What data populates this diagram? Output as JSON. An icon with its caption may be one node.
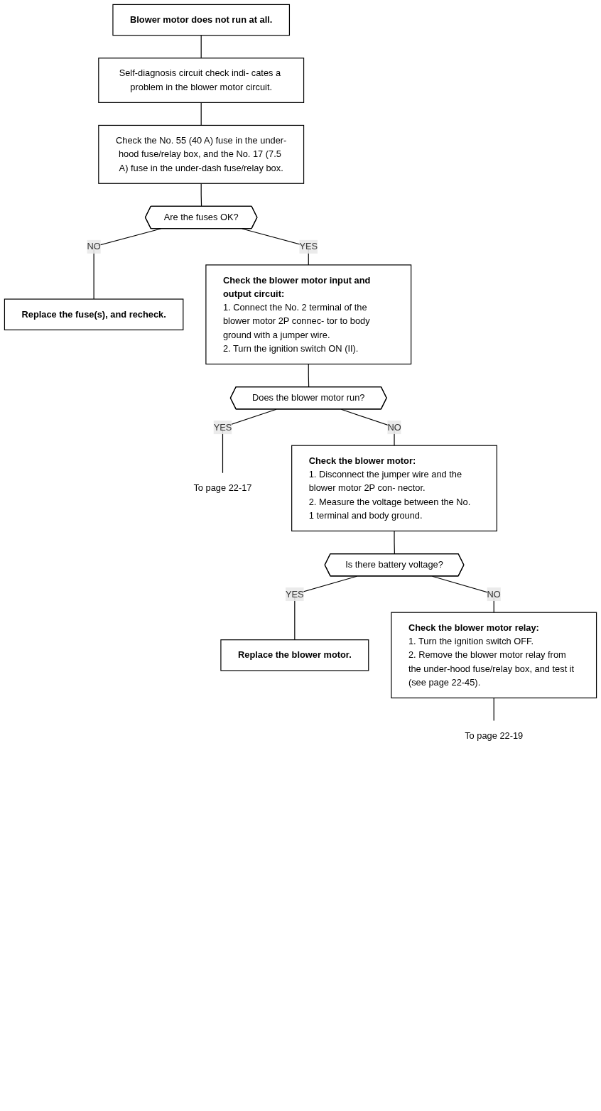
{
  "diagram": {
    "nodes": [
      {
        "text": [
          "Blower motor does not run at all."
        ]
      },
      {
        "text": [
          "Self-diagnosis circuit check indi- cates a problem in the blower motor circuit."
        ]
      },
      {
        "text": [
          "Check the No. 55 (40 A) fuse in the under-hood fuse/relay box, and the No. 17 (7.5 A) fuse in the under-dash fuse/relay box."
        ]
      },
      {
        "text": [
          "Are the fuses OK?"
        ]
      },
      {
        "text": [
          "Replace the fuse(s), and recheck."
        ]
      },
      {
        "text": [
          "Check the blower motor input and output circuit:",
          "1. Connect the No. 2 terminal of the blower motor 2P connec- tor to body ground with a jumper wire.",
          "2. Turn the ignition switch ON (II)."
        ]
      },
      {
        "text": [
          "Does the blower motor run?"
        ]
      },
      {
        "text": [
          "To page 22-17"
        ]
      },
      {
        "text": [
          "Check the blower motor:",
          "1. Disconnect the jumper wire and the blower motor 2P con- nector.",
          "2. Measure the voltage between the No. 1 terminal and body ground."
        ]
      },
      {
        "text": [
          "Is there battery voltage?"
        ]
      },
      {
        "text": [
          "Replace the blower motor."
        ]
      },
      {
        "text": [
          "Check the blower motor relay:",
          "1. Turn the ignition switch OFF.",
          "2. Remove the blower motor relay from the under-hood fuse/relay box, and test it (see page 22-45)."
        ]
      },
      {
        "text": [
          "To page 22-19"
        ]
      }
    ],
    "edges": [
      {
        "from": 0,
        "to": 1,
        "arrow": "none"
      },
      {
        "from": 1,
        "to": 2,
        "arrow": "none"
      },
      {
        "from": 2,
        "to": 3,
        "arrow": "none"
      },
      {
        "from": 3,
        "to": 4,
        "arrow": "none",
        "label": "NO"
      },
      {
        "from": 3,
        "to": 5,
        "arrow": "none",
        "label": "YES"
      },
      {
        "from": 5,
        "to": 6,
        "arrow": "none"
      },
      {
        "from": 6,
        "to": 7,
        "arrow": "none",
        "label": "YES"
      },
      {
        "from": 6,
        "to": 8,
        "arrow": "none",
        "label": "NO"
      },
      {
        "from": 8,
        "to": 9,
        "arrow": "none"
      },
      {
        "from": 9,
        "to": 10,
        "arrow": "none",
        "label": "YES"
      },
      {
        "from": 9,
        "to": 11,
        "arrow": "none",
        "label": "NO"
      },
      {
        "from": 11,
        "to": 12,
        "arrow": "none"
      }
    ]
  }
}
